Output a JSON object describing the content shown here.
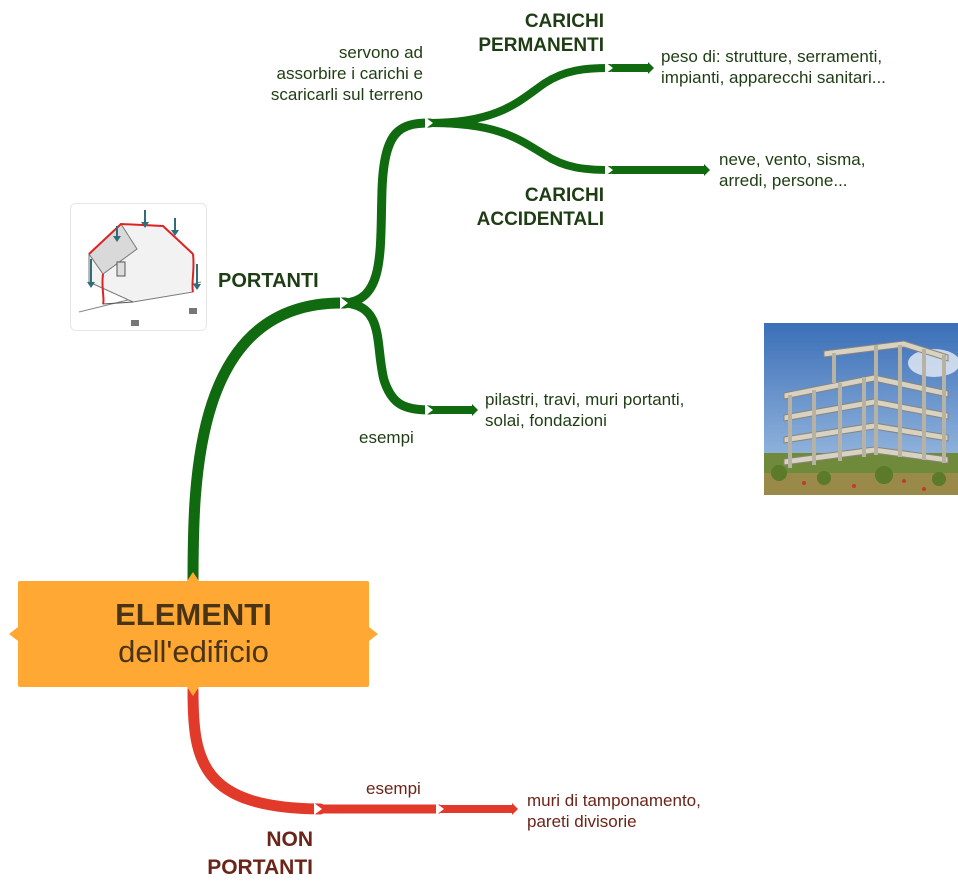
{
  "center": {
    "title": "ELEMENTI",
    "subtitle": "dell'edificio"
  },
  "portanti": {
    "label": "PORTANTI",
    "function_text": [
      "servono ad",
      "assorbire i carichi e",
      "scaricarli sul terreno"
    ],
    "examples_label": "esempi",
    "examples_text": [
      "pilastri, travi, muri portanti,",
      "solai, fondazioni"
    ],
    "carichi_permanenti": {
      "label": [
        "CARICHI",
        "PERMANENTI"
      ],
      "text": [
        "peso di: strutture, serramenti,",
        "impianti, apparecchi sanitari..."
      ]
    },
    "carichi_accidentali": {
      "label": [
        "CARICHI",
        "ACCIDENTALI"
      ],
      "text": [
        "neve, vento, sisma,",
        "arredi, persone..."
      ]
    }
  },
  "non_portanti": {
    "label": [
      "NON",
      "PORTANTI"
    ],
    "examples_label": "esempi",
    "examples_text": [
      "muri di tamponamento,",
      "pareti divisorie"
    ]
  },
  "colors": {
    "green_branch": "#106a10",
    "red_branch": "#e23a2a",
    "center_fill": "#ffa833",
    "green_text": "#1f3d14",
    "red_text": "#6b2418"
  },
  "icons": [
    "house-loads-icon",
    "building-frame-photo"
  ]
}
